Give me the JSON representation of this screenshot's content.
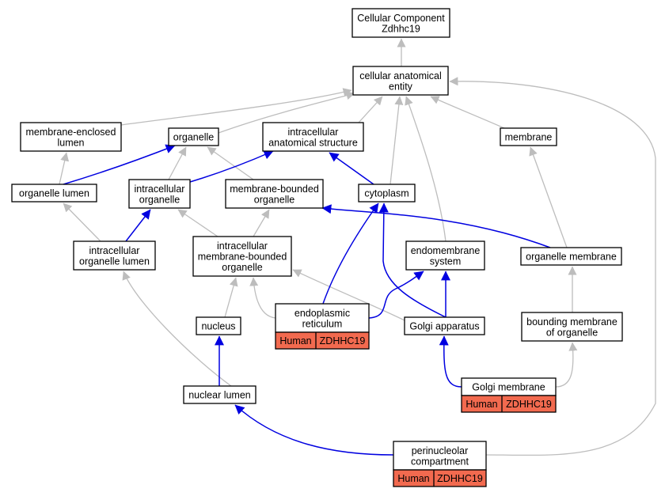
{
  "nodes": {
    "root": {
      "lines": [
        "Cellular Component",
        "Zdhhc19"
      ]
    },
    "cae": {
      "lines": [
        "cellular anatomical",
        "entity"
      ]
    },
    "mel": {
      "lines": [
        "membrane-enclosed",
        "lumen"
      ]
    },
    "org": {
      "lines": [
        "organelle"
      ]
    },
    "ias": {
      "lines": [
        "intracellular",
        "anatomical structure"
      ]
    },
    "mem": {
      "lines": [
        "membrane"
      ]
    },
    "orgl": {
      "lines": [
        "organelle lumen"
      ]
    },
    "iorg": {
      "lines": [
        "intracellular",
        "organelle"
      ]
    },
    "mbo": {
      "lines": [
        "membrane-bounded",
        "organelle"
      ]
    },
    "cyto": {
      "lines": [
        "cytoplasm"
      ]
    },
    "iol": {
      "lines": [
        "intracellular",
        "organelle lumen"
      ]
    },
    "imbo": {
      "lines": [
        "intracellular",
        "membrane-bounded",
        "organelle"
      ]
    },
    "endo": {
      "lines": [
        "endomembrane",
        "system"
      ]
    },
    "orgm": {
      "lines": [
        "organelle membrane"
      ]
    },
    "nuc": {
      "lines": [
        "nucleus"
      ]
    },
    "er": {
      "lines": [
        "endoplasmic",
        "reticulum"
      ],
      "tags": [
        "Human",
        "ZDHHC19"
      ]
    },
    "golgi": {
      "lines": [
        "Golgi apparatus"
      ]
    },
    "bmo": {
      "lines": [
        "bounding membrane",
        "of organelle"
      ]
    },
    "nl": {
      "lines": [
        "nuclear lumen"
      ]
    },
    "gm": {
      "lines": [
        "Golgi membrane"
      ],
      "tags": [
        "Human",
        "ZDHHC19"
      ]
    },
    "pnc": {
      "lines": [
        "perinucleolar",
        "compartment"
      ],
      "tags": [
        "Human",
        "ZDHHC19"
      ]
    }
  },
  "edges": [
    {
      "from": "cae",
      "to": "root",
      "type": "is_a"
    },
    {
      "from": "mel",
      "to": "cae",
      "type": "is_a"
    },
    {
      "from": "org",
      "to": "cae",
      "type": "is_a"
    },
    {
      "from": "ias",
      "to": "cae",
      "type": "is_a"
    },
    {
      "from": "mem",
      "to": "cae",
      "type": "is_a"
    },
    {
      "from": "cyto",
      "to": "cae",
      "type": "is_a"
    },
    {
      "from": "endo",
      "to": "cae",
      "type": "is_a"
    },
    {
      "from": "pnc",
      "to": "cae",
      "type": "is_a"
    },
    {
      "from": "orgl",
      "to": "mel",
      "type": "is_a"
    },
    {
      "from": "orgl",
      "to": "org",
      "type": "part_of"
    },
    {
      "from": "iorg",
      "to": "org",
      "type": "is_a"
    },
    {
      "from": "mbo",
      "to": "org",
      "type": "is_a"
    },
    {
      "from": "iorg",
      "to": "ias",
      "type": "part_of"
    },
    {
      "from": "cyto",
      "to": "ias",
      "type": "part_of"
    },
    {
      "from": "iol",
      "to": "orgl",
      "type": "is_a"
    },
    {
      "from": "iol",
      "to": "iorg",
      "type": "part_of"
    },
    {
      "from": "imbo",
      "to": "iorg",
      "type": "is_a"
    },
    {
      "from": "imbo",
      "to": "mbo",
      "type": "is_a"
    },
    {
      "from": "orgm",
      "to": "mbo",
      "type": "part_of"
    },
    {
      "from": "orgm",
      "to": "mem",
      "type": "is_a"
    },
    {
      "from": "nuc",
      "to": "imbo",
      "type": "is_a"
    },
    {
      "from": "er",
      "to": "imbo",
      "type": "is_a"
    },
    {
      "from": "golgi",
      "to": "imbo",
      "type": "is_a"
    },
    {
      "from": "er",
      "to": "cyto",
      "type": "part_of"
    },
    {
      "from": "golgi",
      "to": "cyto",
      "type": "part_of"
    },
    {
      "from": "er",
      "to": "endo",
      "type": "part_of"
    },
    {
      "from": "golgi",
      "to": "endo",
      "type": "part_of"
    },
    {
      "from": "bmo",
      "to": "orgm",
      "type": "is_a"
    },
    {
      "from": "nl",
      "to": "iol",
      "type": "is_a"
    },
    {
      "from": "nl",
      "to": "nuc",
      "type": "part_of"
    },
    {
      "from": "gm",
      "to": "golgi",
      "type": "part_of"
    },
    {
      "from": "gm",
      "to": "bmo",
      "type": "is_a"
    },
    {
      "from": "pnc",
      "to": "nl",
      "type": "part_of"
    }
  ],
  "colors": {
    "is_a": "#bdbdbd",
    "part_of": "#0000e0",
    "tag": "#f26a4f"
  }
}
